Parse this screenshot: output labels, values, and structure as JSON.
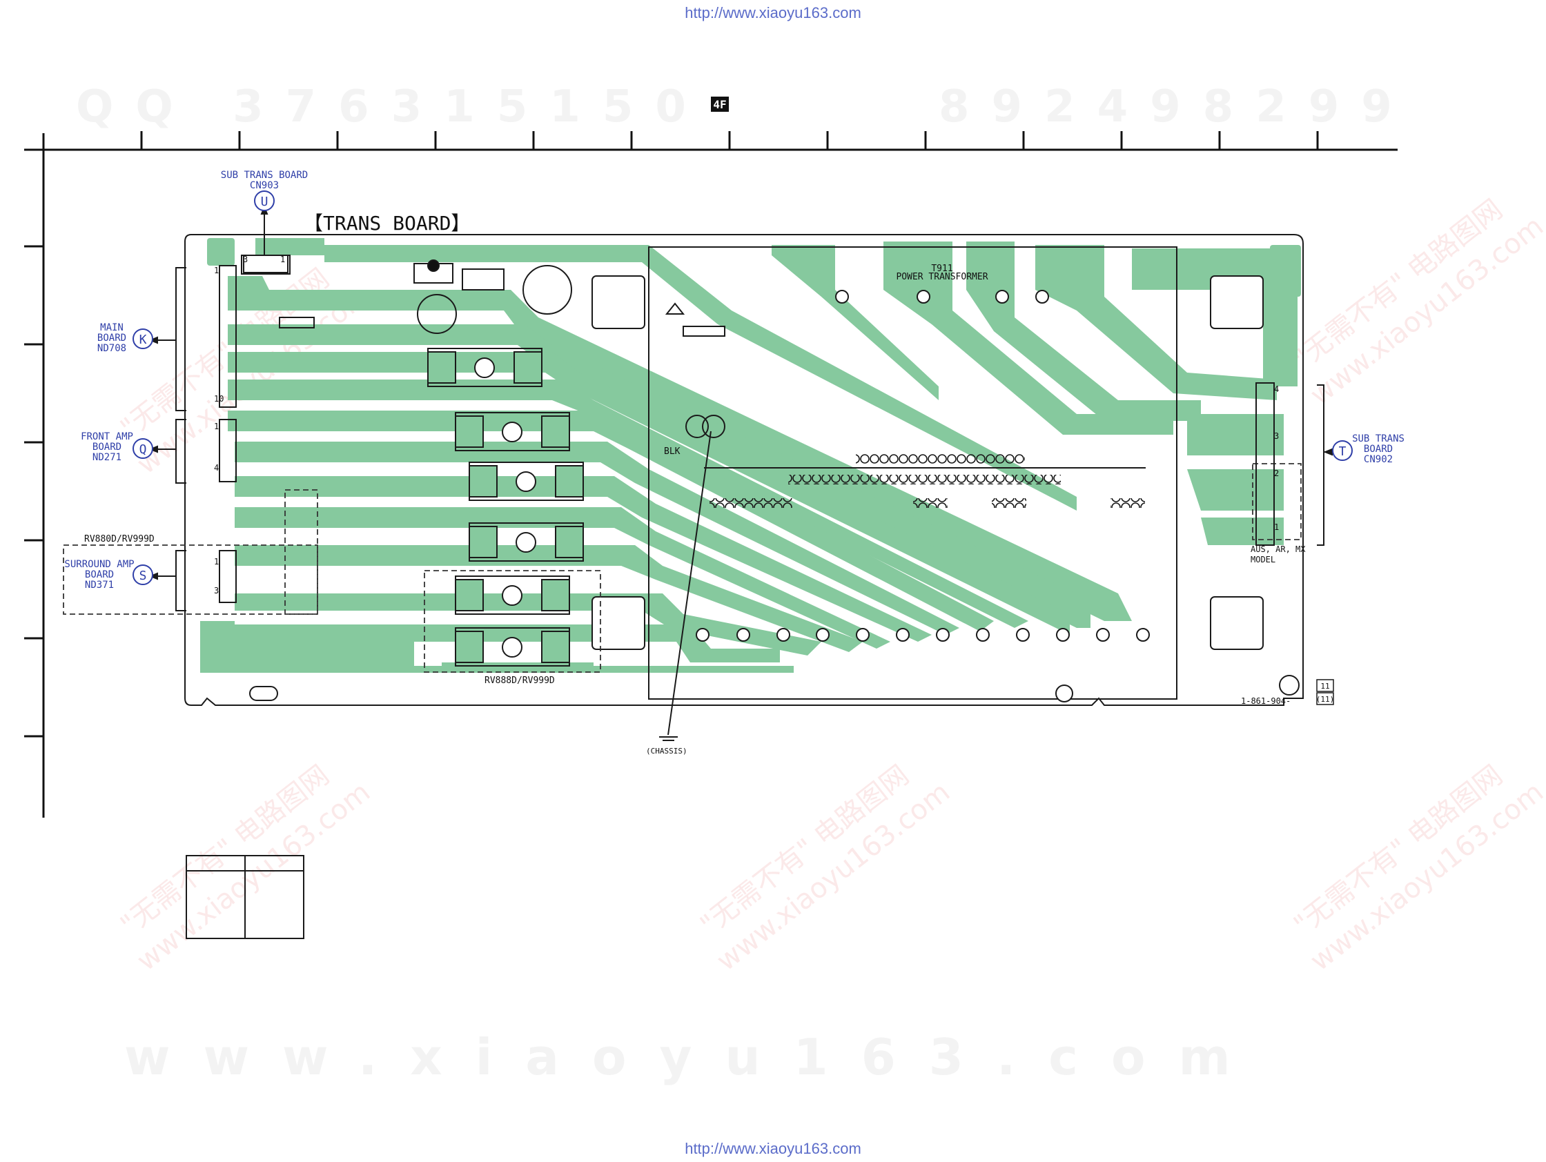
{
  "header_url": "http://www.xiaoyu163.com",
  "footer_url": "http://www.xiaoyu163.com",
  "watermarks": {
    "top_qq": "QQ 376315150",
    "top_phone": "892498299",
    "bottom_site": "www.xiaoyu163.com",
    "diag_cn": "\"无需不有\" 电路图网",
    "diag_site": "www.xiaoyu163.com"
  },
  "page_mark": "4F",
  "board_title": "【TRANS BOARD】",
  "connectors": [
    {
      "id": "sub-trans-cn903",
      "lines": [
        "SUB TRANS BOARD",
        "CN903"
      ],
      "letter": "U"
    },
    {
      "id": "main-nd708",
      "lines": [
        "MAIN",
        "BOARD",
        "ND708"
      ],
      "letter": "K"
    },
    {
      "id": "front-amp-nd271",
      "lines": [
        "FRONT AMP",
        "BOARD",
        "ND271"
      ],
      "letter": "Q"
    },
    {
      "id": "surround-amp-nd371",
      "lines": [
        "SURROUND AMP",
        "BOARD",
        "ND371"
      ],
      "letter": "S"
    },
    {
      "id": "sub-trans-cn902",
      "lines": [
        "SUB TRANS",
        "BOARD",
        "CN902"
      ],
      "letter": "T"
    }
  ],
  "labels": {
    "transformer_ref": "T911",
    "transformer_name": "POWER TRANSFORMER",
    "model_note_1": "RV880D/RV999D",
    "model_note_2": "RV888D/RV999D",
    "region_note_1": "AUS, AR, MX",
    "region_note_2": "MODEL",
    "blk": "BLK",
    "chassis": "(CHASSIS)",
    "board_no": "1-861-904-",
    "revision_top": "11",
    "revision_bottom": "(11)"
  },
  "pin_numbers": {
    "cn903": [
      "3",
      "1"
    ],
    "nd708": [
      "10",
      "1"
    ],
    "nd271": [
      "1",
      "4"
    ],
    "nd371": [
      "1",
      "3"
    ],
    "cn902": [
      "4",
      "3",
      "2",
      "1"
    ]
  },
  "colors": {
    "copper": "#86c99e",
    "outline": "#1a1a1a",
    "label_blue": "#2f3fa8",
    "url_blue": "#5b6cc9"
  }
}
